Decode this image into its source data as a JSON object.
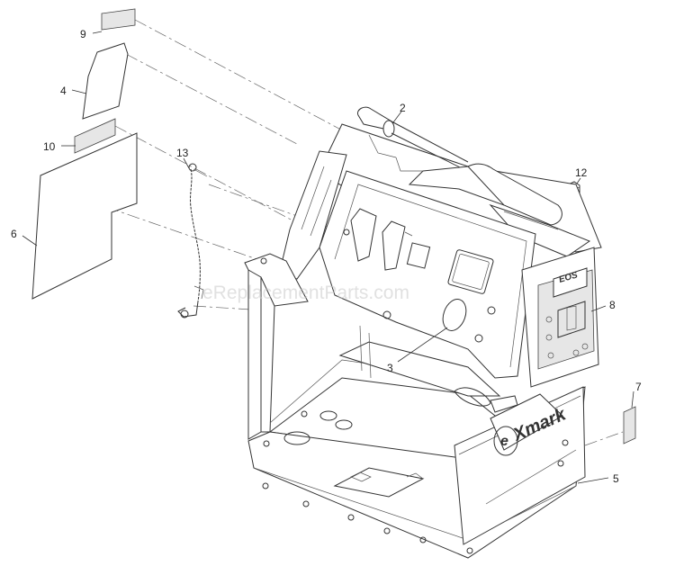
{
  "callouts": {
    "c2": "2",
    "c3": "3",
    "c4": "4",
    "c5": "5",
    "c6": "6",
    "c7": "7",
    "c8": "8",
    "c9": "9",
    "c10": "10",
    "c12": "12",
    "c13": "13"
  },
  "watermark": "eReplacementParts.com",
  "branding": {
    "logo": "Xmark",
    "logo_prefix": "e",
    "panel_badge": "EOS"
  }
}
